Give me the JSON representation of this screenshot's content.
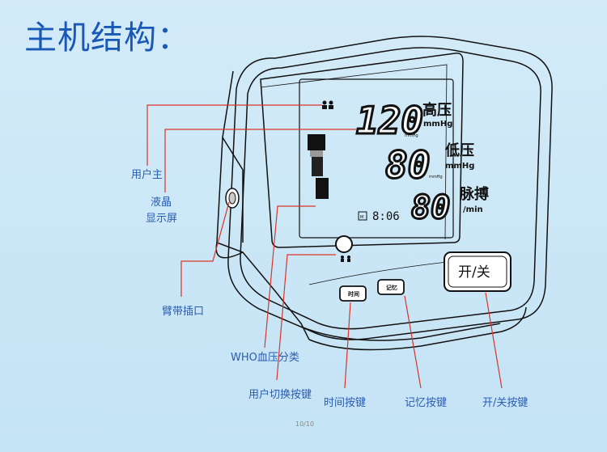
{
  "title": "主机结构：",
  "colors": {
    "title": "#1a58b7",
    "label": "#2a5cb0",
    "line": "#d9342b",
    "outline": "#111111"
  },
  "display": {
    "systolic": "120",
    "systolic_unit_cn": "高压",
    "systolic_unit": "mmHg",
    "systolic_small_unit": "mmHg",
    "diastolic": "80",
    "diastolic_unit_cn": "低压",
    "diastolic_unit": "mmHg",
    "diastolic_small_unit": "mmHg",
    "pulse": "80",
    "pulse_unit_cn": "脉搏",
    "pulse_unit": "/min",
    "time": "8:06",
    "memory_icon": "M",
    "user_icon": "user-pair-icon"
  },
  "buttons": {
    "time": "时间",
    "memory": "记忆",
    "power": "开/关"
  },
  "callouts": [
    {
      "id": "user-indicator",
      "label": "用户主"
    },
    {
      "id": "lcd",
      "label_lines": [
        "液晶",
        "显示屏"
      ]
    },
    {
      "id": "arm-socket",
      "label": "臂带插口"
    },
    {
      "id": "who-class",
      "label": "WHO血压分类"
    },
    {
      "id": "user-switch",
      "label": "用户切换按键"
    },
    {
      "id": "time-button",
      "label": "时间按键"
    },
    {
      "id": "memory-button",
      "label": "记忆按键"
    },
    {
      "id": "power-button",
      "label": "开/关按键"
    }
  ],
  "page_indicator": "10/10"
}
